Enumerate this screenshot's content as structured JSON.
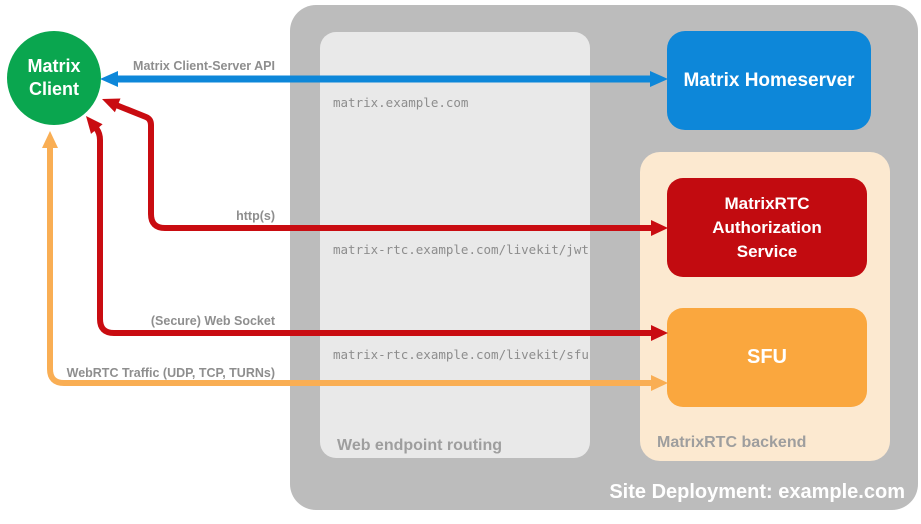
{
  "colors": {
    "green": "#0AA64F",
    "blue": "#0D87D9",
    "red": "#C90C11",
    "red_box": "#C20B10",
    "orange": "#F9AE54",
    "orange_box": "#FAA73E",
    "peach": "#FCE9D0",
    "container_gray": "#BCBCBC",
    "routing_gray": "#E9E9E9"
  },
  "client": {
    "label": "Matrix Client"
  },
  "homeserver": {
    "label": "Matrix Homeserver"
  },
  "routing": {
    "label": "Web endpoint routing",
    "endpoints": [
      "matrix.example.com",
      "matrix-rtc.example.com/livekit/jwt",
      "matrix-rtc.example.com/livekit/sfu"
    ]
  },
  "backend": {
    "label": "MatrixRTC backend",
    "auth_service_label": "MatrixRTC Authorization Service",
    "sfu_label": "SFU"
  },
  "site": {
    "label": "Site Deployment: example.com"
  },
  "arrows": {
    "client_server_api": {
      "label": "Matrix Client-Server API"
    },
    "https": {
      "label": "http(s)"
    },
    "websocket": {
      "label": "(Secure) Web Socket"
    },
    "webrtc": {
      "label": "WebRTC Traffic (UDP, TCP, TURNs)"
    }
  }
}
